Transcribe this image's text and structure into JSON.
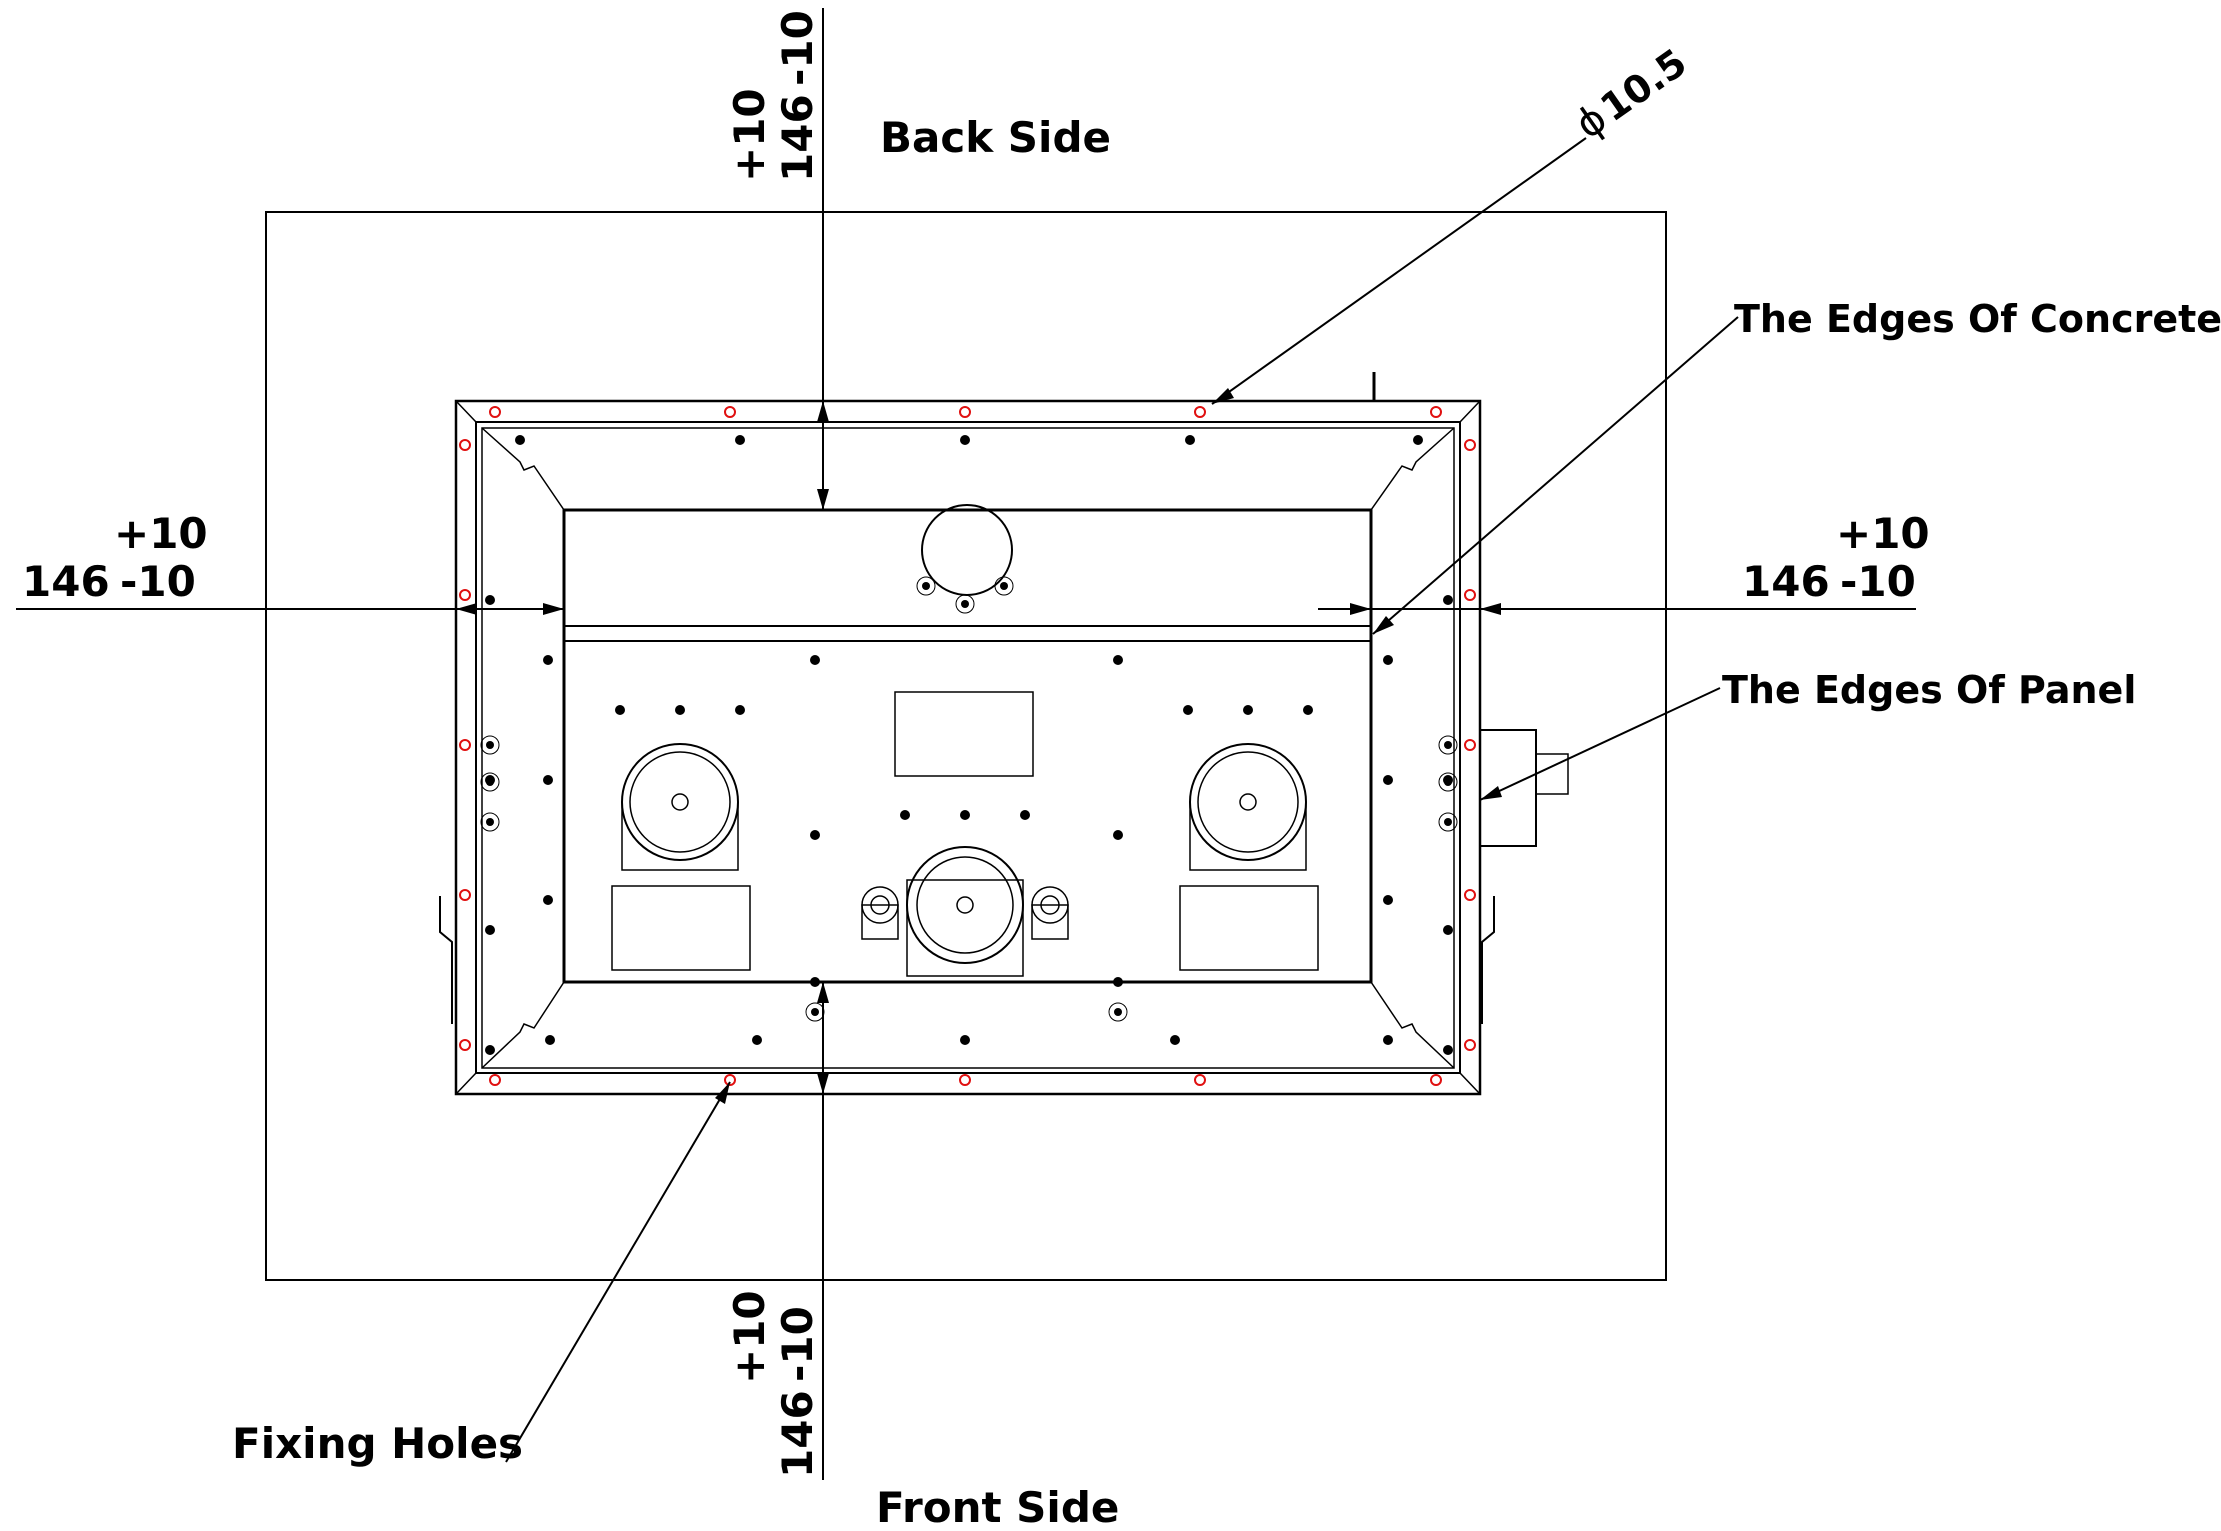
{
  "labels": {
    "back_side": "Back Side",
    "front_side": "Front Side",
    "diameter_symbol": "ϕ",
    "diameter_value": "10.5",
    "edges_concrete": "The Edges Of Concrete",
    "edges_panel": "The Edges Of Panel",
    "fixing_holes": "Fixing Holes"
  },
  "dimensions": {
    "top": {
      "nominal": "146",
      "upper_tol": "+10",
      "lower_tol": "-10"
    },
    "bottom": {
      "nominal": "146",
      "upper_tol": "+10",
      "lower_tol": "-10"
    },
    "left": {
      "nominal": "146",
      "upper_tol": "+10",
      "lower_tol": "-10"
    },
    "right": {
      "nominal": "146",
      "upper_tol": "+10",
      "lower_tol": "-10"
    }
  },
  "colors": {
    "line": "#000000",
    "fixing_hole": "#e01010",
    "background": "#ffffff"
  }
}
